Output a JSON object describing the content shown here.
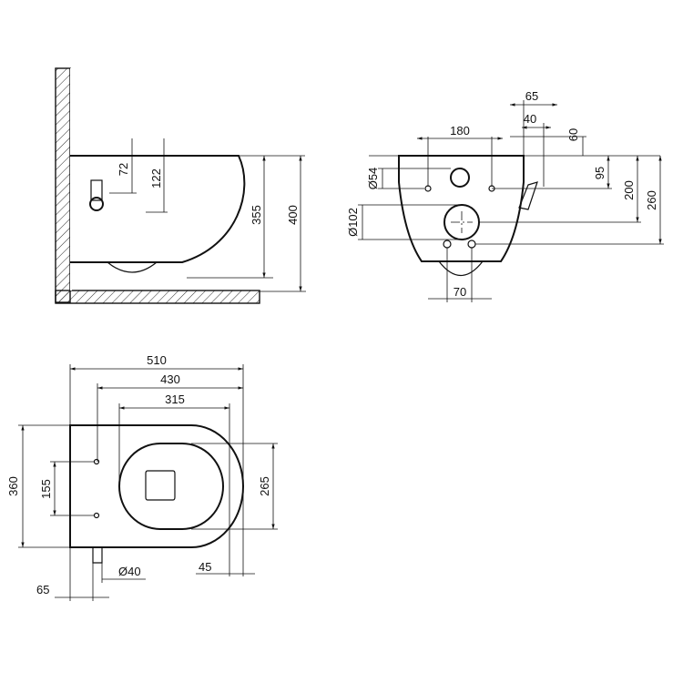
{
  "side_view": {
    "dims": {
      "d72": "72",
      "d122": "122",
      "d355": "355",
      "d400": "400"
    }
  },
  "rear_view": {
    "dims": {
      "d65": "65",
      "d40": "40",
      "d60": "60",
      "d180": "180",
      "d54": "Ø54",
      "d95": "95",
      "d200": "200",
      "d260": "260",
      "d102": "Ø102",
      "d70": "70"
    }
  },
  "top_view": {
    "dims": {
      "d510": "510",
      "d430": "430",
      "d315": "315",
      "d360": "360",
      "d155": "155",
      "d265": "265",
      "d40": "Ø40",
      "d45": "45",
      "d65": "65"
    }
  }
}
